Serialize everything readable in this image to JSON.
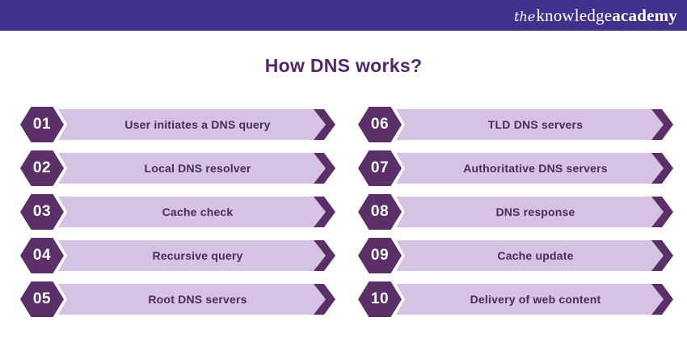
{
  "header": {
    "logo": {
      "the": "the",
      "knowledge": "knowledge",
      "academy": "academy"
    }
  },
  "title": "How DNS works?",
  "colors": {
    "header_bg": "#42318C",
    "shape_dark_purple": "#5B3069",
    "bar_lavender": "#D5C3E3",
    "title_text": "#53286B",
    "label_text": "#4C2A5A"
  },
  "steps": [
    {
      "num": "01",
      "label": "User initiates a DNS query"
    },
    {
      "num": "02",
      "label": "Local DNS resolver"
    },
    {
      "num": "03",
      "label": "Cache check"
    },
    {
      "num": "04",
      "label": "Recursive query"
    },
    {
      "num": "05",
      "label": "Root DNS servers"
    },
    {
      "num": "06",
      "label": "TLD DNS servers"
    },
    {
      "num": "07",
      "label": "Authoritative DNS servers"
    },
    {
      "num": "08",
      "label": "DNS response"
    },
    {
      "num": "09",
      "label": "Cache update"
    },
    {
      "num": "10",
      "label": "Delivery of web content"
    }
  ]
}
